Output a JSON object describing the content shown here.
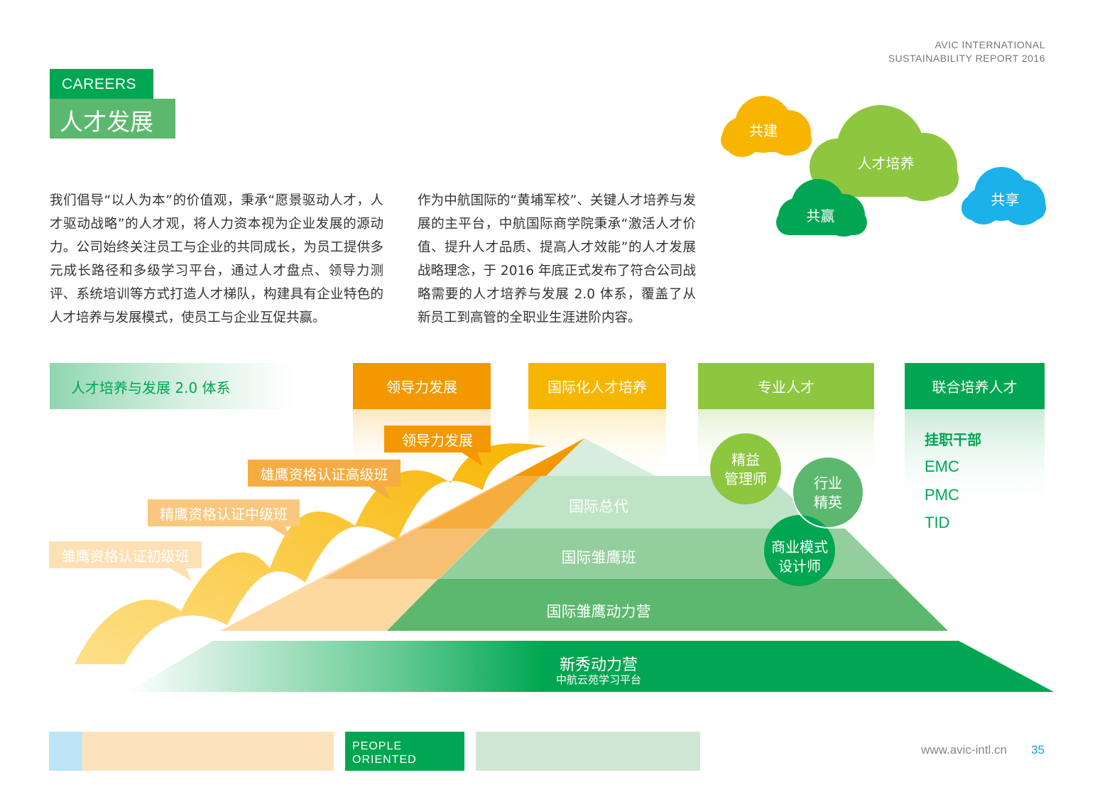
{
  "header": {
    "line1": "AVIC INTERNATIONAL",
    "line2": "SUSTAINABILITY REPORT 2016"
  },
  "section": {
    "en": "CAREERS",
    "cn": "人才发展"
  },
  "paragraphs": {
    "left": "我们倡导“以人为本”的价值观，秉承“愿景驱动人才，人才驱动战略”的人才观，将人力资本视为企业发展的源动力。公司始终关注员工与企业的共同成长，为员工提供多元成长路径和多级学习平台，通过人才盘点、领导力测评、系统培训等方式打造人才梯队，构建具有企业特色的人才培养与发展模式，使员工与企业互促共赢。",
    "right": "作为中航国际的“黄埔军校”、关键人才培养与发展的主平台，中航国际商学院秉承“激活人才价值、提升人才品质、提高人才效能”的人才发展战略理念，于 2016 年底正式发布了符合公司战略需要的人才培养与发展 2.0 体系，覆盖了从新员工到高管的全职业生涯进阶内容。"
  },
  "clouds": {
    "build": "共建",
    "talent": "人才培养",
    "win": "共赢",
    "share": "共享"
  },
  "diagram": {
    "system_title": "人才培养与发展 2.0 体系",
    "headers": {
      "leadership": "领导力发展",
      "international": "国际化人才培养",
      "professional": "专业人才",
      "joint": "联合培养人才"
    },
    "stairs": {
      "s1": "雏鹰资格认证初级班",
      "s2": "精鹰资格认证中级班",
      "s3": "雄鹰资格认证高级班",
      "s4": "领导力发展"
    },
    "pyramid": {
      "top": "国际总代",
      "mid": "国际雏鹰班",
      "low": "国际雏鹰动力营"
    },
    "base": {
      "title": "新秀动力营",
      "subtitle": "中航云苑学习平台"
    },
    "circles": {
      "lean": "精益管理师",
      "lean_line1": "精益",
      "lean_line2": "管理师",
      "industry_line1": "行业",
      "industry_line2": "精英",
      "biz_line1": "商业模式",
      "biz_line2": "设计师"
    },
    "joint_list": [
      "挂职干部",
      "EMC",
      "PMC",
      "TID"
    ]
  },
  "footer": {
    "tag_line1": "PEOPLE",
    "tag_line2": "ORIENTED",
    "url": "www.avic-intl.cn",
    "page": "35"
  },
  "colors": {
    "green": "#00a651",
    "light_green": "#5cb86e",
    "orange": "#f39800",
    "yellow": "#f8b500",
    "lime": "#8dc63f",
    "blue": "#1aa0d8"
  }
}
